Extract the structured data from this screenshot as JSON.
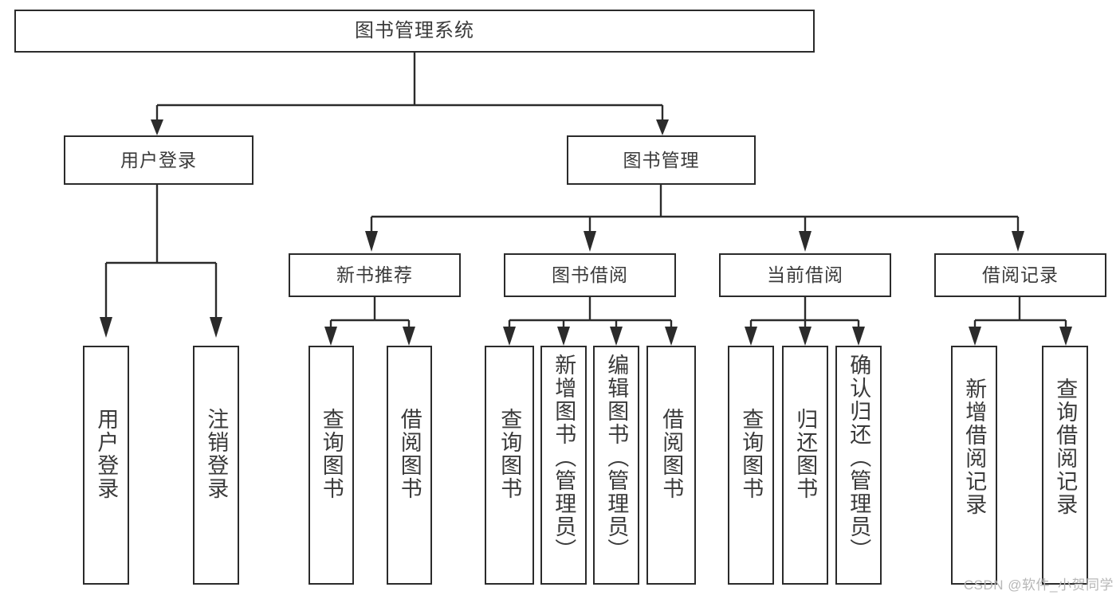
{
  "diagram": {
    "type": "tree",
    "title": "图书管理系统",
    "watermark": "CSDN @软件_小贺同学",
    "levels": 4,
    "nodes": {
      "root": {
        "label": "图书管理系统",
        "level": 1
      },
      "l2": [
        {
          "id": "user-login",
          "label": "用户登录",
          "level": 2
        },
        {
          "id": "book-management",
          "label": "图书管理",
          "level": 2
        }
      ],
      "l3": [
        {
          "id": "new-book-recommend",
          "label": "新书推荐",
          "level": 3,
          "parent": "book-management"
        },
        {
          "id": "book-borrow",
          "label": "图书借阅",
          "level": 3,
          "parent": "book-management"
        },
        {
          "id": "current-borrow",
          "label": "当前借阅",
          "level": 3,
          "parent": "book-management"
        },
        {
          "id": "borrow-record",
          "label": "借阅记录",
          "level": 3,
          "parent": "book-management"
        }
      ],
      "leaves": [
        {
          "id": "leaf-user-login",
          "label": "用户登录",
          "parent": "user-login"
        },
        {
          "id": "leaf-user-logout",
          "label": "注销登录",
          "parent": "user-login"
        },
        {
          "id": "leaf-query-book-1",
          "label": "查询图书",
          "parent": "new-book-recommend"
        },
        {
          "id": "leaf-borrow-book-1",
          "label": "借阅图书",
          "parent": "new-book-recommend"
        },
        {
          "id": "leaf-query-book-2",
          "label": "查询图书",
          "parent": "book-borrow"
        },
        {
          "id": "leaf-add-book",
          "label": "新增图书（管理员）",
          "parent": "book-borrow"
        },
        {
          "id": "leaf-edit-book",
          "label": "编辑图书（管理员）",
          "parent": "book-borrow"
        },
        {
          "id": "leaf-borrow-book-2",
          "label": "借阅图书",
          "parent": "book-borrow"
        },
        {
          "id": "leaf-query-book-3",
          "label": "查询图书",
          "parent": "current-borrow"
        },
        {
          "id": "leaf-return-book",
          "label": "归还图书",
          "parent": "current-borrow"
        },
        {
          "id": "leaf-confirm-return",
          "label": "确认归还（管理员）",
          "parent": "current-borrow"
        },
        {
          "id": "leaf-add-record",
          "label": "新增借阅记录",
          "parent": "borrow-record"
        },
        {
          "id": "leaf-query-record",
          "label": "查询借阅记录",
          "parent": "borrow-record"
        }
      ]
    },
    "colors": {
      "border": "#2b2b2b",
      "background": "#ffffff",
      "text": "#3a3a3a",
      "watermark": "#b7b7b7"
    }
  }
}
